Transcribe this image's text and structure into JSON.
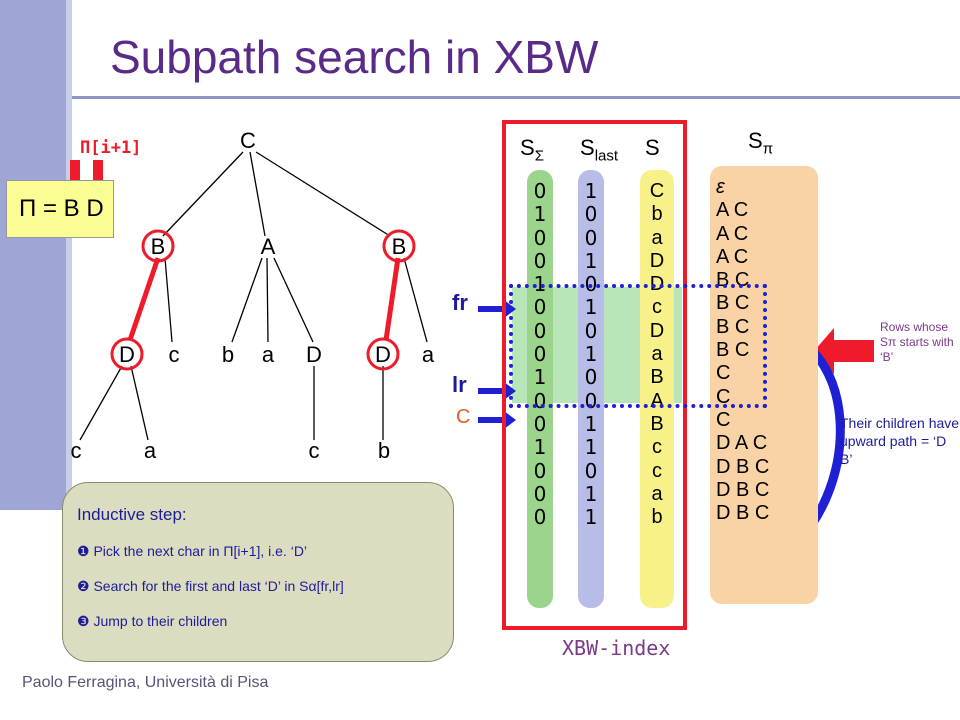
{
  "slide": {
    "title": "Subpath search in XBW",
    "footer": "Paolo Ferragina, Università di Pisa"
  },
  "pattern": {
    "box_text": "Π = B D",
    "index_label": "Π[i+1]"
  },
  "tree": {
    "nodes": {
      "root": "C",
      "b1": "B",
      "a": "A",
      "b2": "B",
      "d1": "D",
      "c1": "c",
      "b3": "b",
      "a2": "a",
      "d2": "D",
      "d3": "D",
      "a3": "a",
      "c2": "c",
      "a4": "a",
      "c3": "c",
      "b4": "b"
    }
  },
  "columns": {
    "s_alpha_header": "S",
    "s_alpha_sub": "Σ",
    "s_last_header": "S",
    "s_last_sub": "last",
    "s_header": "S",
    "s_pi_header": "S",
    "s_pi_sub": "π",
    "s_alpha": [
      "0",
      "1",
      "0",
      "0",
      "1",
      "0",
      "0",
      "0",
      "1",
      "0",
      "0",
      "1",
      "0",
      "0",
      "0"
    ],
    "s_last": [
      "1",
      "0",
      "0",
      "1",
      "0",
      "1",
      "0",
      "1",
      "0",
      "0",
      "1",
      "1",
      "0",
      "1",
      "1"
    ],
    "s": [
      "C",
      "b",
      "a",
      "D",
      "D",
      "c",
      "D",
      "a",
      "B",
      "A",
      "B",
      "c",
      "c",
      "a",
      "b"
    ],
    "s_alpha_top_symbol": "α",
    "s_pi": [
      "ε",
      "A C",
      "A C",
      "A C",
      "B C",
      "B C",
      "B C",
      "B C",
      "C",
      "C",
      "C",
      "D A C",
      "D B C",
      "D B C",
      "D B C"
    ]
  },
  "labels": {
    "fr": "fr",
    "lr": "lr",
    "c": "C",
    "xbw_index": "XBW-index",
    "rows_note": "Rows whose Sπ starts with ‘B’",
    "children_note": "Their children have upward path = ‘D B’"
  },
  "inductive": {
    "title": "Inductive step:",
    "step1": "Pick the next char in Π[i+1], i.e. ‘D’",
    "step2": "Search for the first and last ‘D’ in Sα[fr,lr]",
    "step3": "Jump to their children"
  },
  "colors": {
    "accent_red": "#ee1c2b",
    "accent_blue": "#1f1fd4",
    "title_purple": "#5a2a88",
    "orange": "#f08a24"
  }
}
